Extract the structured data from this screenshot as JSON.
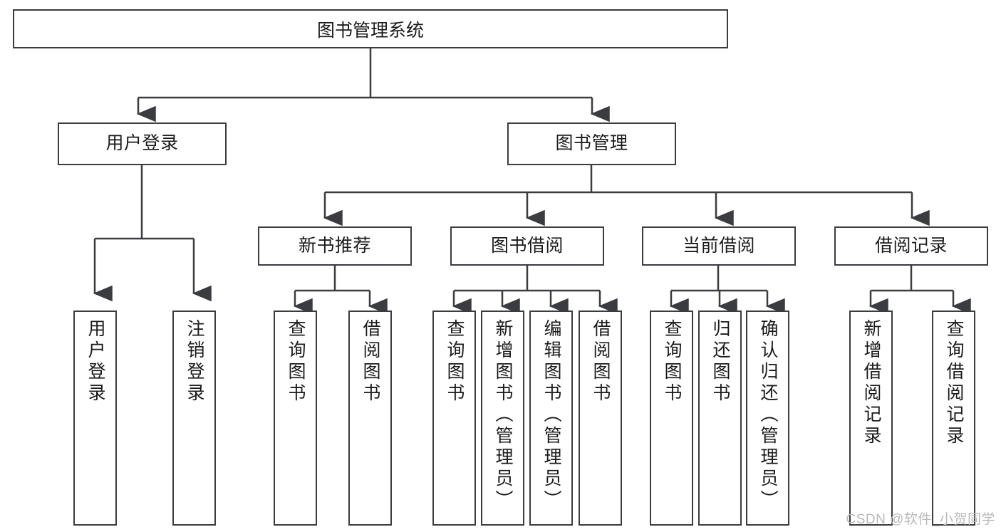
{
  "diagram": {
    "title": "图书管理系统",
    "type": "tree",
    "orientation": "top-down",
    "colors": {
      "stroke": "#3a3c40",
      "fill": "#ffffff",
      "text": "#1b1b1b",
      "watermark": "#b9b9b9"
    },
    "nodes": {
      "root": {
        "label": "图书管理系统"
      },
      "level2": [
        {
          "id": "user-login",
          "label": "用户登录"
        },
        {
          "id": "book-manage",
          "label": "图书管理"
        }
      ],
      "level3": [
        {
          "id": "new-book-recommend",
          "label": "新书推荐"
        },
        {
          "id": "book-borrow",
          "label": "图书借阅"
        },
        {
          "id": "current-borrow",
          "label": "当前借阅"
        },
        {
          "id": "borrow-record",
          "label": "借阅记录"
        }
      ],
      "leaves": {
        "user_login": [
          {
            "id": "leaf-user-login",
            "label": "用户登录"
          },
          {
            "id": "leaf-logout-login",
            "label": "注销登录"
          }
        ],
        "new_book_recommend": [
          {
            "id": "leaf-query-book-1",
            "label": "查询图书"
          },
          {
            "id": "leaf-borrow-book-1",
            "label": "借阅图书"
          }
        ],
        "book_borrow": [
          {
            "id": "leaf-query-book-2",
            "label": "查询图书"
          },
          {
            "id": "leaf-add-book",
            "label": "新增图书（管理员）"
          },
          {
            "id": "leaf-edit-book",
            "label": "编辑图书（管理员）"
          },
          {
            "id": "leaf-borrow-book-2",
            "label": "借阅图书"
          }
        ],
        "current_borrow": [
          {
            "id": "leaf-query-book-3",
            "label": "查询图书"
          },
          {
            "id": "leaf-return-book",
            "label": "归还图书"
          },
          {
            "id": "leaf-confirm-return",
            "label": "确认归还（管理员）"
          }
        ],
        "borrow_record": [
          {
            "id": "leaf-add-record",
            "label": "新增借阅记录"
          },
          {
            "id": "leaf-query-record",
            "label": "查询借阅记录"
          }
        ]
      }
    },
    "watermark": "CSDN @软件_小贺同学"
  }
}
